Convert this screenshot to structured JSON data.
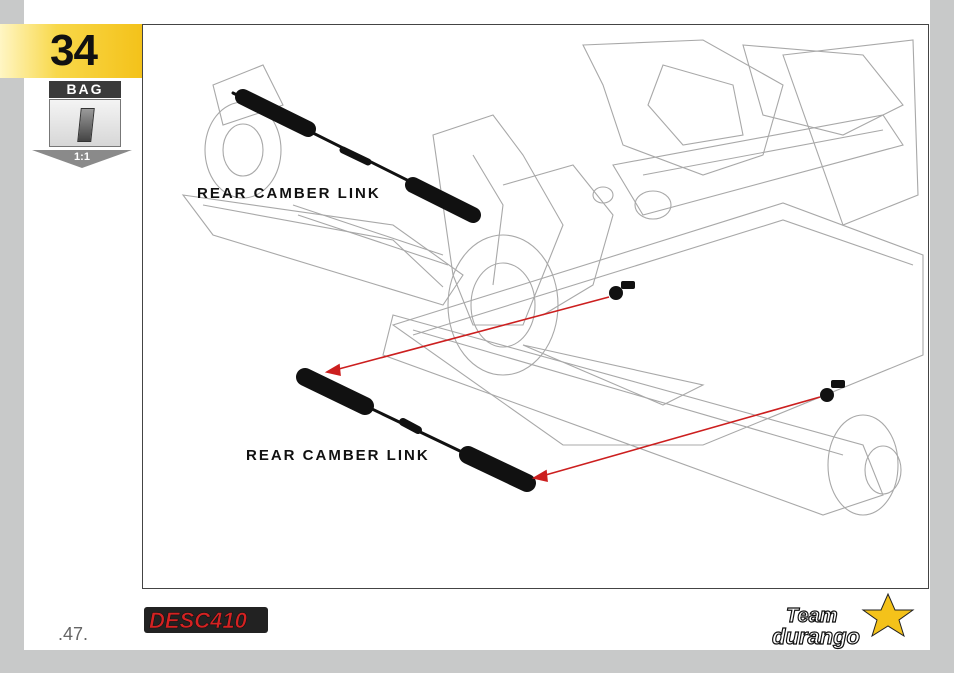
{
  "step": {
    "number": "34"
  },
  "bag": {
    "label": "BAG",
    "scale": "1:1"
  },
  "drawing": {
    "callouts": [
      {
        "text": "REAR CAMBER LINK"
      },
      {
        "text": "REAR CAMBER LINK"
      }
    ]
  },
  "footer": {
    "page_number": ".47.",
    "product_logo": "DESC410",
    "brand_logo_line1": "Team",
    "brand_logo_line2": "durango"
  },
  "colors": {
    "tab": "#f4c21a",
    "arrow": "#cc1f1f",
    "part": "#1a1a1a"
  }
}
